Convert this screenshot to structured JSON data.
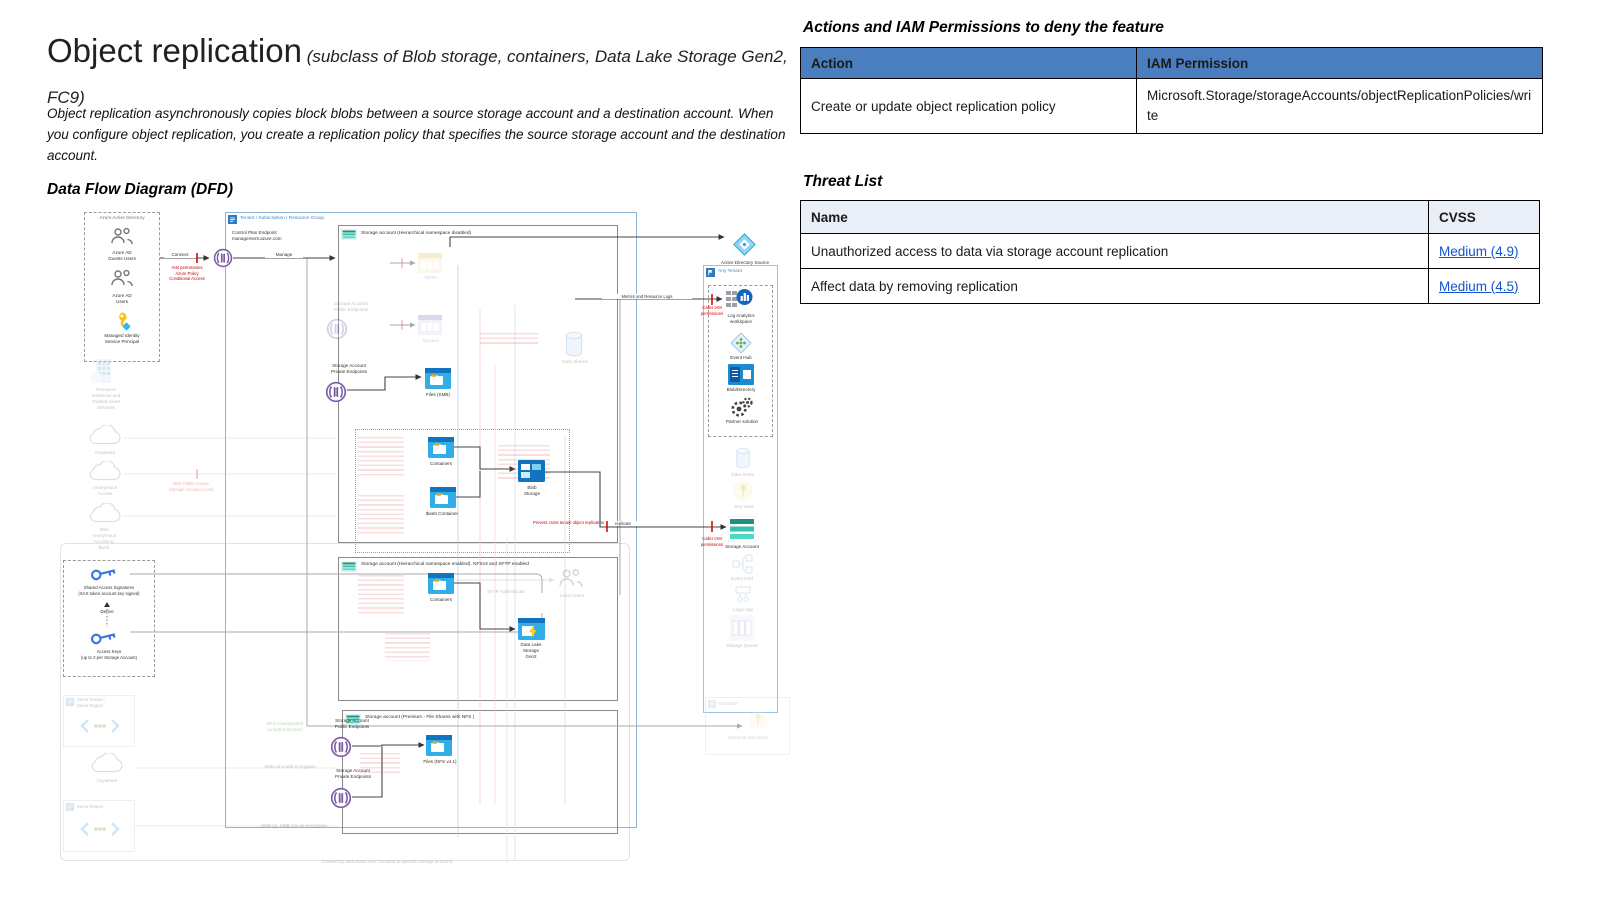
{
  "doc": {
    "title": "Object replication",
    "subtitle": " (subclass of Blob storage, containers, Data Lake Storage Gen2, FC9)",
    "description": "Object replication asynchronously copies block blobs between a source storage account and a destination account. When you configure object replication, you create a replication policy that specifies the source storage account and the destination account.",
    "dfd_heading": "Data Flow Diagram (DFD)"
  },
  "actions_section": {
    "heading": "Actions and IAM Permissions to deny the feature",
    "table": {
      "headers": [
        "Action",
        "IAM Permission"
      ],
      "rows": [
        {
          "action": "Create or update object replication policy",
          "permission": "Microsoft.Storage/storageAccounts/objectReplicationPolicies/write"
        }
      ]
    }
  },
  "threats_section": {
    "heading": "Threat List",
    "table": {
      "headers": [
        "Name",
        "CVSS"
      ],
      "rows": [
        {
          "name": "Unauthorized access to data via storage account replication",
          "cvss": "Medium (4.9)"
        },
        {
          "name": "Affect data by removing replication",
          "cvss": "Medium (4.5)"
        }
      ]
    }
  },
  "diagram": {
    "groups": {
      "aad": "Azure Active Directory",
      "tenant": "Tenant / Subscription / Resource Group",
      "storage1": "Storage account (Hierarchical namespace disabled)",
      "storage2": "Storage account (Hierarchical namespace enabled). NFSv3 and SFTP enabled",
      "storage3": "Storage account (Premium - File Shares with NFS )",
      "any_tenant": "Any Tenant",
      "microsoft": "Microsoft",
      "same_tenant_region": "Same Tenant /\nSame Region",
      "same_region": "Same Region"
    },
    "nodes": {
      "guests": "Azure AD\nGuests Users",
      "users": "Azure AD\nUsers",
      "managed_identity": "Managed Identity\nService Principal",
      "control_plane": "Control Plan Endpoint\nmanagement.azure.com",
      "tables": "Tables",
      "queues": "Queues",
      "files_smb": "Files (SMB)",
      "sa_public_endpoints": "Storage Account\nPublic Endpoints",
      "sa_private_endpoints": "Storage Account\nPrivate Endpoints",
      "data_shares": "Data Shares",
      "containers": "Containers",
      "web_container": "$web Container",
      "blob_storage": "Blob\nStorage",
      "local_users": "Local Users",
      "dls_gen2": "Data Lake\nStorage\nGen2",
      "files_nfs": "Files (NFS v4.1)",
      "ad_source": "Active Directory Source",
      "log_analytics": "Log Analytics\nworkspace",
      "event_hub": "Event Hub",
      "blob_directory": "Blob/Directory",
      "partner_solution": "Partner solution",
      "data_share": "Data Share",
      "key_vault": "Key Vault",
      "storage_account": "Storage Account",
      "event_grid": "Event Grid",
      "logic_app": "Logic App",
      "storage_queue": "Storage Queue",
      "ms_key_store": "Microsoft Key Store",
      "sas": "Shared Access Signatures\n(SAS token account key signed)",
      "access_keys": "Access Keys\n(up to 2 per Storage Account)",
      "resource_instances": "Resource\nInstances and\nTrusted Azure\nServices",
      "anywhere": "Anywhere",
      "anonymous_access": "Anonymous\nAccess",
      "web_anonymous": "Web\nAnonymous\nAccess to\n$web"
    },
    "edges": {
      "connect": "Connect",
      "manage": "Manage",
      "metrics": "Metrics and Resource Logs",
      "replicate": "replicate",
      "derive": "Derive",
      "sftp_auth": "SFTP Authenticate",
      "nfs_downgraded": "NFS Downgraded\n(unauthenticated)",
      "smb_enc": "SMB v3.x with encryption",
      "smb_noenc": "SMB v2, SMB v3x no encryption"
    },
    "annotations": {
      "iam_connect": "IAM permissions\nAzure Policy\nConditional Access",
      "caller_iam": "Caller IAM\npermissions",
      "prevent_replication": "Prevent cross tenant object replication",
      "blob_public_access": "Blob Public Access\n(Storage Account Level)",
      "created_by": "Created by authorized user (Scoped to specific storage account)"
    },
    "colors": {
      "accent_blue": "#4a7ebe",
      "link_blue": "#1155cc",
      "red": "#cc0000",
      "teal": "#36c1ae",
      "purple": "#7b5ea7"
    }
  }
}
